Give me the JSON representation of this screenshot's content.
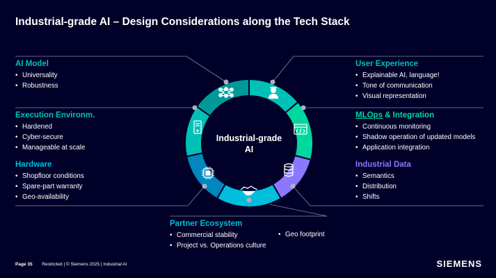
{
  "title": "Industrial-grade AI – Design Considerations along the Tech Stack",
  "center": {
    "line1": "Industrial-grade",
    "line2": "AI"
  },
  "colors": {
    "background": "#000028",
    "teal": "#00c1b6",
    "green": "#00d7a0",
    "cyan": "#00bedc",
    "purple": "#8c78ff",
    "blue": "#0087be",
    "teal_dark": "#009999"
  },
  "ai_model": {
    "heading": "AI Model",
    "items": [
      "Universality",
      "Robustness"
    ],
    "icon": "neural-network-icon"
  },
  "execution": {
    "heading": "Execution Environm.",
    "items": [
      "Hardened",
      "Cyber-secure",
      "Manageable at scale"
    ],
    "icon": "server-icon"
  },
  "hardware": {
    "heading": "Hardware",
    "items": [
      "Shopfloor conditions",
      "Spare-part warranty",
      "Geo-availability"
    ],
    "icon": "chip-icon"
  },
  "user_experience": {
    "heading": "User Experience",
    "items": [
      "Explainable AI, language!",
      "Tone of communication",
      "Visual representation"
    ],
    "icon": "user-icon"
  },
  "mlops": {
    "heading_a": "MLOps",
    "heading_b": " & Integration",
    "items": [
      "Continuous monitoring",
      "Shadow operation of updated models",
      "Application integration"
    ],
    "icon": "code-window-icon"
  },
  "industrial_data": {
    "heading": "Industrial Data",
    "items": [
      "Semantics",
      "Distribution",
      "Shifts"
    ],
    "icon": "database-icon"
  },
  "partner": {
    "heading": "Partner Ecosystem",
    "items": [
      "Commercial stability",
      "Project vs. Operations culture"
    ],
    "extra": "Geo footprint",
    "icon": "handshake-icon"
  },
  "footer": {
    "page": "Page 35",
    "classification": "Restricted | © Siemens 2025 | Industrial AI"
  },
  "logo": "SIEMENS"
}
